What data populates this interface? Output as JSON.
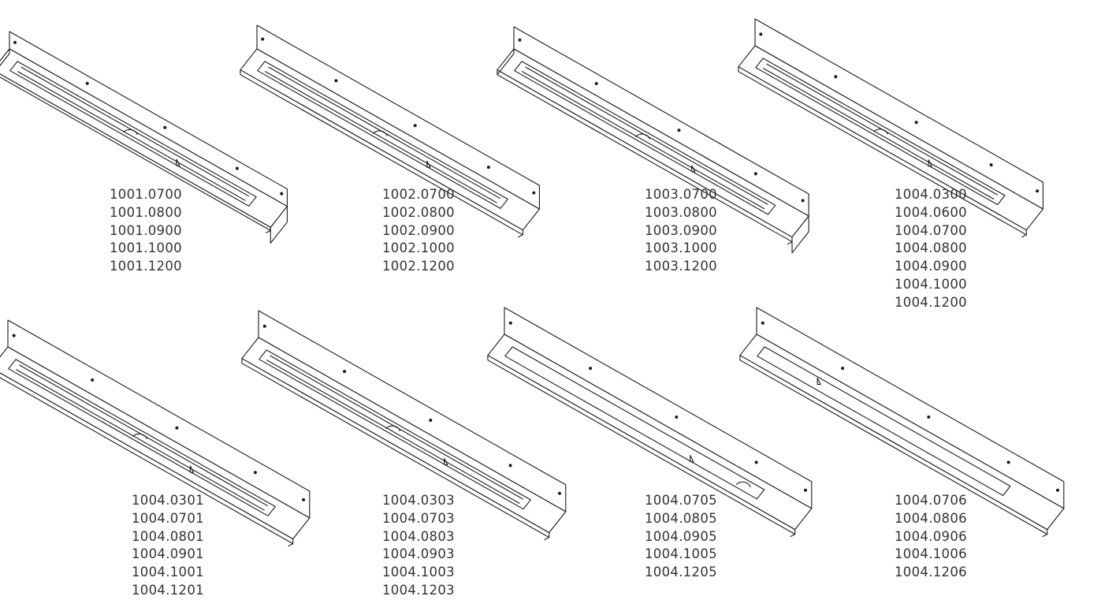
{
  "products": [
    {
      "id": "drain-1",
      "variant": "closed-box",
      "codes": [
        "1001.0700",
        "1001.0800",
        "1001.0900",
        "1001.1000",
        "1001.1200"
      ]
    },
    {
      "id": "drain-2",
      "variant": "wall-flange",
      "codes": [
        "1002.0700",
        "1002.0800",
        "1002.0900",
        "1002.1000",
        "1002.1200"
      ]
    },
    {
      "id": "drain-3",
      "variant": "closed-box",
      "codes": [
        "1003.0700",
        "1003.0800",
        "1003.0900",
        "1003.1000",
        "1003.1200"
      ]
    },
    {
      "id": "drain-4",
      "variant": "wall-flange",
      "codes": [
        "1004.0300",
        "1004.0600",
        "1004.0700",
        "1004.0800",
        "1004.0900",
        "1004.1000",
        "1004.1200"
      ]
    },
    {
      "id": "drain-5",
      "variant": "wall-flange",
      "codes": [
        "1004.0301",
        "1004.0701",
        "1004.0801",
        "1004.0901",
        "1004.1001",
        "1004.1201"
      ]
    },
    {
      "id": "drain-6",
      "variant": "wall-flange",
      "codes": [
        "1004.0303",
        "1004.0703",
        "1004.0803",
        "1004.0903",
        "1004.1003",
        "1004.1203"
      ]
    },
    {
      "id": "drain-7",
      "variant": "flat-plate-end-outlet",
      "codes": [
        "1004.0705",
        "1004.0805",
        "1004.0905",
        "1004.1005",
        "1004.1205"
      ]
    },
    {
      "id": "drain-8",
      "variant": "flat-plate-short-slot",
      "codes": [
        "1004.0706",
        "1004.0806",
        "1004.0906",
        "1004.1006",
        "1004.1206"
      ]
    }
  ],
  "colors": {
    "line": "#1a1a1a",
    "text": "#333333",
    "background": "#ffffff"
  }
}
